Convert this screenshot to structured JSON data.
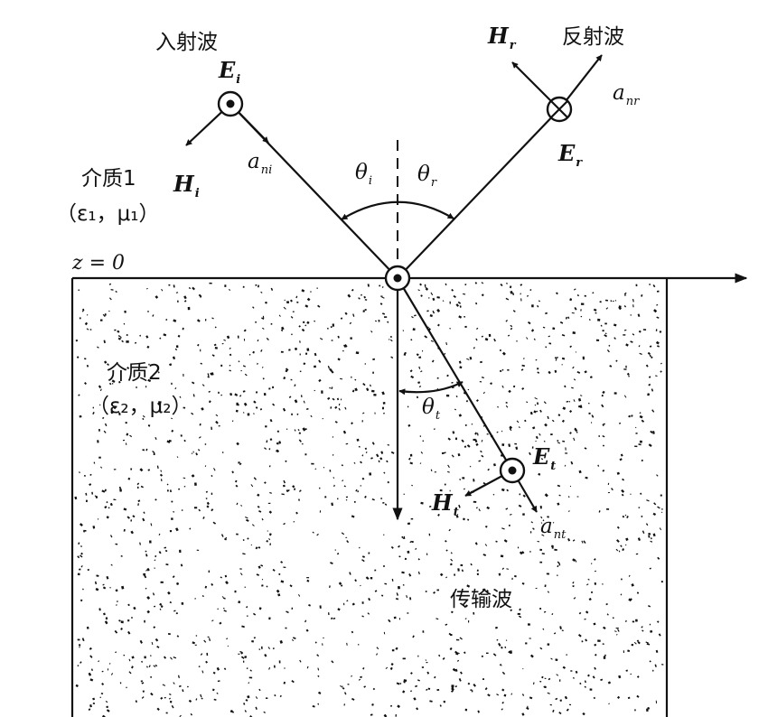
{
  "labels": {
    "incident_wave": "入射波",
    "reflected_wave": "反射波",
    "transmitted_wave": "传输波",
    "medium1": "介质1",
    "medium2": "介质2",
    "medium1_params": "（ε₁，μ₁）",
    "medium2_params": "（ε₂，μ₂）",
    "interface": "z = 0"
  },
  "vectors": {
    "E_incident": {
      "main": "E",
      "sub": "i"
    },
    "H_incident": {
      "main": "H",
      "sub": "i"
    },
    "a_incident": {
      "main": "a",
      "sub": "ni"
    },
    "E_reflected": {
      "main": "E",
      "sub": "r"
    },
    "H_reflected": {
      "main": "H",
      "sub": "r"
    },
    "a_reflected": {
      "main": "a",
      "sub": "nr"
    },
    "E_transmitted": {
      "main": "E",
      "sub": "t"
    },
    "H_transmitted": {
      "main": "H",
      "sub": "t"
    },
    "a_transmitted": {
      "main": "a",
      "sub": "nt"
    }
  },
  "angles": {
    "incidence": {
      "main": "θ",
      "sub": "i"
    },
    "reflection": {
      "main": "θ",
      "sub": "r"
    },
    "transmission": {
      "main": "θ",
      "sub": "t"
    }
  },
  "colors": {
    "ink": "#111111",
    "background": "#ffffff"
  }
}
